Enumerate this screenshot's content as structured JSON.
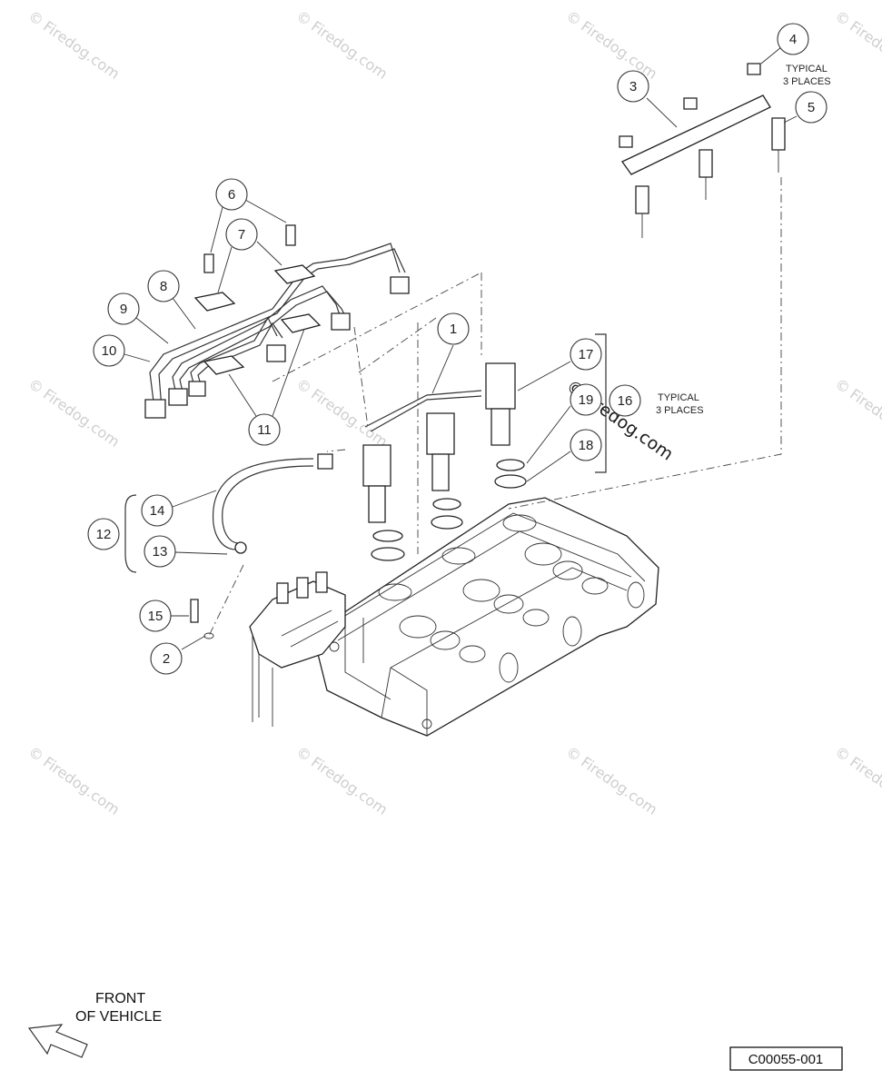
{
  "watermark": {
    "text": "Firedog.com",
    "symbol": "©"
  },
  "callouts": [
    "1",
    "2",
    "3",
    "4",
    "5",
    "6",
    "7",
    "8",
    "9",
    "10",
    "11",
    "12",
    "13",
    "14",
    "15",
    "16",
    "17",
    "18",
    "19"
  ],
  "notes": {
    "typical_top": [
      "TYPICAL",
      "3 PLACES"
    ],
    "typical_mid": [
      "TYPICAL",
      "3 PLACES"
    ]
  },
  "front": {
    "line1": "FRONT",
    "line2": "OF VEHICLE",
    "arrow_icon": "arrow-left-down-icon"
  },
  "figure_code": "C00055-001",
  "colors": {
    "line": "#333333",
    "watermark": "#cfcfcf",
    "background": "#ffffff"
  }
}
